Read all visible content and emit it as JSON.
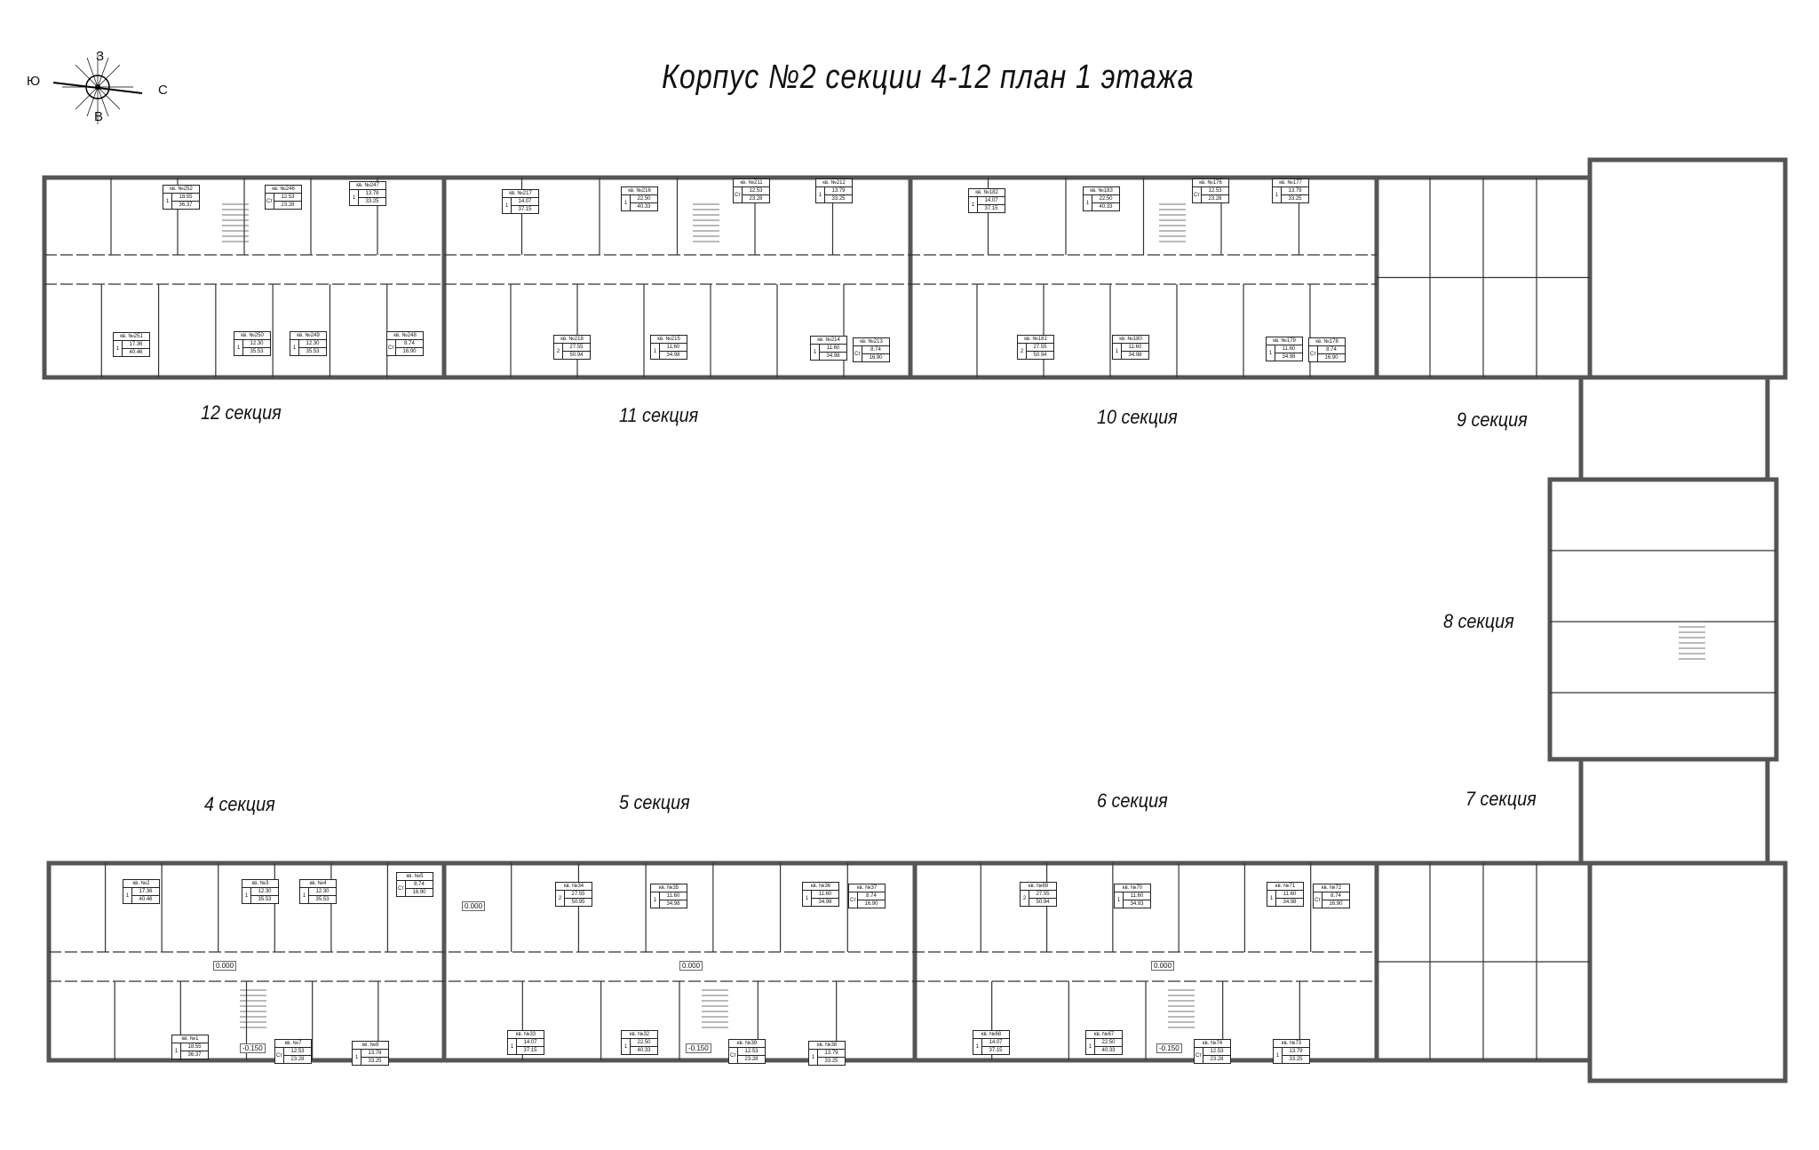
{
  "title": "Корпус №2 секции 4-12 план 1 этажа",
  "compass": {
    "north_label": "З",
    "south_label": "В",
    "west_label": "Ю",
    "east_label": "С"
  },
  "sections": [
    {
      "label": "12 секция"
    },
    {
      "label": "11 секция"
    },
    {
      "label": "10 секция"
    },
    {
      "label": "9 секция"
    },
    {
      "label": "8 секция"
    },
    {
      "label": "7 секция"
    },
    {
      "label": "4 секция"
    },
    {
      "label": "5 секция"
    },
    {
      "label": "6 секция"
    }
  ],
  "apartments": [
    {
      "num": "кв. №252",
      "type": "1",
      "living": "18.55",
      "total": "36.37"
    },
    {
      "num": "кв. №246",
      "type": "Ст",
      "living": "12.53",
      "total": "23.28"
    },
    {
      "num": "кв. №247",
      "type": "1",
      "living": "13.78",
      "total": "33.25"
    },
    {
      "num": "кв. №251",
      "type": "1",
      "living": "17.36",
      "total": "40.46"
    },
    {
      "num": "кв. №250",
      "type": "1",
      "living": "12.30",
      "total": "35.53"
    },
    {
      "num": "кв. №249",
      "type": "1",
      "living": "12.30",
      "total": "35.53"
    },
    {
      "num": "кв. №248",
      "type": "Ст",
      "living": "8.74",
      "total": "16.90"
    },
    {
      "num": "кв. №217",
      "type": "1",
      "living": "14.07",
      "total": "37.15"
    },
    {
      "num": "кв. №216",
      "type": "1",
      "living": "22.50",
      "total": "40.33"
    },
    {
      "num": "кв. №211",
      "type": "Ст",
      "living": "12.53",
      "total": "23.28"
    },
    {
      "num": "кв. №212",
      "type": "1",
      "living": "13.79",
      "total": "33.25"
    },
    {
      "num": "кв. №218",
      "type": "2",
      "living": "27.55",
      "total": "50.94"
    },
    {
      "num": "кв. №215",
      "type": "1",
      "living": "11.60",
      "total": "34.98"
    },
    {
      "num": "кв. №214",
      "type": "1",
      "living": "11.60",
      "total": "34.98"
    },
    {
      "num": "кв. №213",
      "type": "Ст",
      "living": "8.74",
      "total": "16.90"
    },
    {
      "num": "кв. №182",
      "type": "1",
      "living": "14.07",
      "total": "37.15"
    },
    {
      "num": "кв. №183",
      "type": "1",
      "living": "22.50",
      "total": "40.33"
    },
    {
      "num": "кв. №176",
      "type": "Ст",
      "living": "12.53",
      "total": "23.28"
    },
    {
      "num": "кв. №177",
      "type": "1",
      "living": "13.79",
      "total": "33.25"
    },
    {
      "num": "кв. №181",
      "type": "2",
      "living": "27.55",
      "total": "50.94"
    },
    {
      "num": "кв. №180",
      "type": "1",
      "living": "11.60",
      "total": "34.98"
    },
    {
      "num": "кв. №179",
      "type": "1",
      "living": "11.60",
      "total": "34.98"
    },
    {
      "num": "кв. №178",
      "type": "Ст",
      "living": "8.74",
      "total": "16.90"
    },
    {
      "num": "кв. №2",
      "type": "1",
      "living": "17.36",
      "total": "40.46"
    },
    {
      "num": "кв. №3",
      "type": "1",
      "living": "12.30",
      "total": "35.53"
    },
    {
      "num": "кв. №4",
      "type": "1",
      "living": "12.30",
      "total": "35.53"
    },
    {
      "num": "кв. №5",
      "type": "Ст",
      "living": "8.74",
      "total": "16.90"
    },
    {
      "num": "кв. №1",
      "type": "1",
      "living": "18.55",
      "total": "36.37"
    },
    {
      "num": "кв. №7",
      "type": "Ст",
      "living": "12.53",
      "total": "23.28"
    },
    {
      "num": "кв. №8",
      "type": "1",
      "living": "13.78",
      "total": "33.25"
    },
    {
      "num": "кв. №34",
      "type": "2",
      "living": "27.55",
      "total": "50.95"
    },
    {
      "num": "кв. №35",
      "type": "1",
      "living": "11.60",
      "total": "34.98"
    },
    {
      "num": "кв. №36",
      "type": "1",
      "living": "11.60",
      "total": "34.98"
    },
    {
      "num": "кв. №37",
      "type": "Ст",
      "living": "8.74",
      "total": "16.90"
    },
    {
      "num": "кв. №33",
      "type": "1",
      "living": "14.07",
      "total": "37.15"
    },
    {
      "num": "кв. №32",
      "type": "1",
      "living": "22.50",
      "total": "40.33"
    },
    {
      "num": "кв. №39",
      "type": "Ст",
      "living": "12.53",
      "total": "23.28"
    },
    {
      "num": "кв. №38",
      "type": "1",
      "living": "13.79",
      "total": "33.25"
    },
    {
      "num": "кв. №69",
      "type": "2",
      "living": "27.55",
      "total": "50.94"
    },
    {
      "num": "кв. №70",
      "type": "1",
      "living": "11.60",
      "total": "34.93"
    },
    {
      "num": "кв. №71",
      "type": "1",
      "living": "11.60",
      "total": "34.98"
    },
    {
      "num": "кв. №72",
      "type": "Ст",
      "living": "8.74",
      "total": "16.90"
    },
    {
      "num": "кв. №68",
      "type": "1",
      "living": "14.07",
      "total": "37.15"
    },
    {
      "num": "кв. №67",
      "type": "1",
      "living": "22.50",
      "total": "40.33"
    },
    {
      "num": "кв. №74",
      "type": "Ст",
      "living": "12.53",
      "total": "23.28"
    },
    {
      "num": "кв. №73",
      "type": "1",
      "living": "13.79",
      "total": "33.25"
    }
  ],
  "elevations": [
    "0.000",
    "-0.150",
    "0.000",
    "0.000",
    "-0.150",
    "0.000",
    "-0.150"
  ]
}
